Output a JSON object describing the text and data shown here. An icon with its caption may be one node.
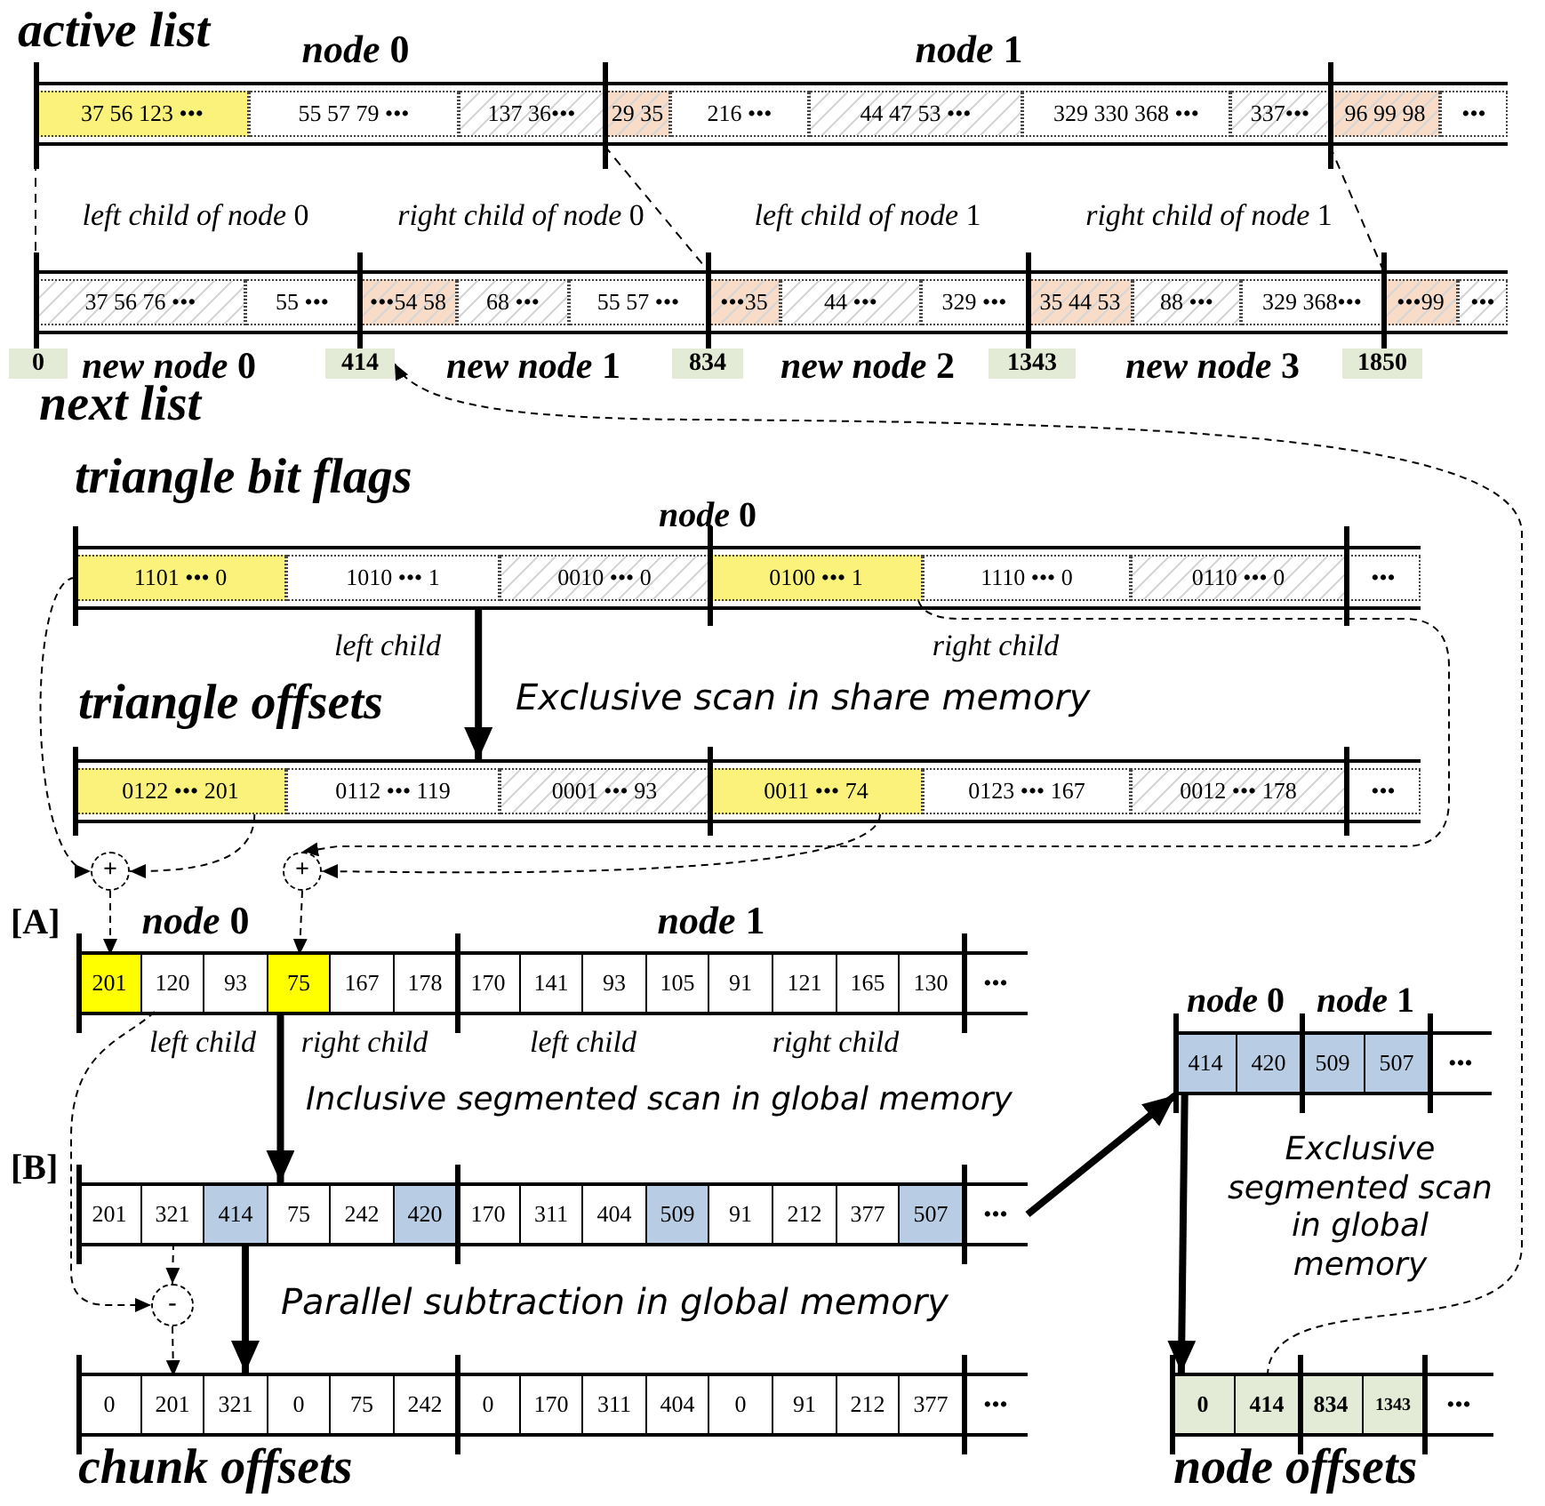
{
  "diagram": {
    "nodes": [
      {
        "text": [
          "active list"
        ]
      },
      {
        "text": [
          "37 56 123 •••"
        ],
        "in": 0
      },
      {
        "text": [
          "55 57 79 •••"
        ],
        "in": 0
      },
      {
        "text": [
          "137 36•••"
        ],
        "in": 0
      },
      {
        "text": [
          "29 35"
        ],
        "in": 0
      },
      {
        "text": [
          "216 •••"
        ],
        "in": 0
      },
      {
        "text": [
          "44 47 53 •••"
        ],
        "in": 0
      },
      {
        "text": [
          "329 330 368 •••"
        ],
        "in": 0
      },
      {
        "text": [
          "337•••"
        ],
        "in": 0
      },
      {
        "text": [
          "96 99 98"
        ],
        "in": 0
      },
      {
        "text": [
          "•••"
        ],
        "in": 0
      },
      {
        "text": [
          "next list"
        ]
      },
      {
        "text": [
          "37 56 76 •••"
        ],
        "in": 11
      },
      {
        "text": [
          "55 •••"
        ],
        "in": 11
      },
      {
        "text": [
          "•••54 58"
        ],
        "in": 11
      },
      {
        "text": [
          "68 •••"
        ],
        "in": 11
      },
      {
        "text": [
          "55 57 •••"
        ],
        "in": 11
      },
      {
        "text": [
          "•••35"
        ],
        "in": 11
      },
      {
        "text": [
          "44 •••"
        ],
        "in": 11
      },
      {
        "text": [
          "329 •••"
        ],
        "in": 11
      },
      {
        "text": [
          "35 44 53"
        ],
        "in": 11
      },
      {
        "text": [
          "88 •••"
        ],
        "in": 11
      },
      {
        "text": [
          "329 368•••"
        ],
        "in": 11
      },
      {
        "text": [
          "•••99"
        ],
        "in": 11
      },
      {
        "text": [
          "•••"
        ],
        "in": 11
      },
      {
        "text": [
          "0"
        ]
      },
      {
        "text": [
          "414"
        ]
      },
      {
        "text": [
          "834"
        ]
      },
      {
        "text": [
          "1343"
        ]
      },
      {
        "text": [
          "1850"
        ]
      },
      {
        "text": [
          "triangle bit flags"
        ]
      },
      {
        "text": [
          "1101 ••• 0"
        ],
        "in": 30
      },
      {
        "text": [
          "1010 ••• 1"
        ],
        "in": 30
      },
      {
        "text": [
          "0010 ••• 0"
        ],
        "in": 30
      },
      {
        "text": [
          "0100 ••• 1"
        ],
        "in": 30
      },
      {
        "text": [
          "1110 ••• 0"
        ],
        "in": 30
      },
      {
        "text": [
          "0110 ••• 0"
        ],
        "in": 30
      },
      {
        "text": [
          "•••"
        ],
        "in": 30
      },
      {
        "text": [
          "triangle offsets"
        ]
      },
      {
        "text": [
          "0122 ••• 201"
        ],
        "in": 38
      },
      {
        "text": [
          "0112 ••• 119"
        ],
        "in": 38
      },
      {
        "text": [
          "0001 ••• 93"
        ],
        "in": 38
      },
      {
        "text": [
          "0011 ••• 74"
        ],
        "in": 38
      },
      {
        "text": [
          "0123 ••• 167"
        ],
        "in": 38
      },
      {
        "text": [
          "0012 ••• 178"
        ],
        "in": 38
      },
      {
        "text": [
          "•••"
        ],
        "in": 38
      },
      {
        "text": [
          "+"
        ]
      },
      {
        "text": [
          "+"
        ]
      },
      {
        "text": [
          "[A]"
        ]
      },
      {
        "text": [
          "201"
        ],
        "in": 48
      },
      {
        "text": [
          "120"
        ],
        "in": 48
      },
      {
        "text": [
          "93"
        ],
        "in": 48
      },
      {
        "text": [
          "75"
        ],
        "in": 48
      },
      {
        "text": [
          "167"
        ],
        "in": 48
      },
      {
        "text": [
          "178"
        ],
        "in": 48
      },
      {
        "text": [
          "170"
        ],
        "in": 48
      },
      {
        "text": [
          "141"
        ],
        "in": 48
      },
      {
        "text": [
          "93"
        ],
        "in": 48
      },
      {
        "text": [
          "105"
        ],
        "in": 48
      },
      {
        "text": [
          "91"
        ],
        "in": 48
      },
      {
        "text": [
          "121"
        ],
        "in": 48
      },
      {
        "text": [
          "165"
        ],
        "in": 48
      },
      {
        "text": [
          "130"
        ],
        "in": 48
      },
      {
        "text": [
          "•••"
        ],
        "in": 48
      },
      {
        "text": [
          "-"
        ]
      },
      {
        "text": [
          "[B]"
        ]
      },
      {
        "text": [
          "201"
        ],
        "in": 65
      },
      {
        "text": [
          "321"
        ],
        "in": 65
      },
      {
        "text": [
          "414"
        ],
        "in": 65
      },
      {
        "text": [
          "75"
        ],
        "in": 65
      },
      {
        "text": [
          "242"
        ],
        "in": 65
      },
      {
        "text": [
          "420"
        ],
        "in": 65
      },
      {
        "text": [
          "170"
        ],
        "in": 65
      },
      {
        "text": [
          "311"
        ],
        "in": 65
      },
      {
        "text": [
          "404"
        ],
        "in": 65
      },
      {
        "text": [
          "509"
        ],
        "in": 65
      },
      {
        "text": [
          "91"
        ],
        "in": 65
      },
      {
        "text": [
          "212"
        ],
        "in": 65
      },
      {
        "text": [
          "377"
        ],
        "in": 65
      },
      {
        "text": [
          "507"
        ],
        "in": 65
      },
      {
        "text": [
          "•••"
        ],
        "in": 65
      },
      {
        "text": [
          "chunk offsets"
        ]
      },
      {
        "text": [
          "0"
        ],
        "in": 81
      },
      {
        "text": [
          "201"
        ],
        "in": 81
      },
      {
        "text": [
          "321"
        ],
        "in": 81
      },
      {
        "text": [
          "0"
        ],
        "in": 81
      },
      {
        "text": [
          "75"
        ],
        "in": 81
      },
      {
        "text": [
          "242"
        ],
        "in": 81
      },
      {
        "text": [
          "0"
        ],
        "in": 81
      },
      {
        "text": [
          "170"
        ],
        "in": 81
      },
      {
        "text": [
          "311"
        ],
        "in": 81
      },
      {
        "text": [
          "404"
        ],
        "in": 81
      },
      {
        "text": [
          "0"
        ],
        "in": 81
      },
      {
        "text": [
          "91"
        ],
        "in": 81
      },
      {
        "text": [
          "212"
        ],
        "in": 81
      },
      {
        "text": [
          "377"
        ],
        "in": 81
      },
      {
        "text": [
          "•••"
        ],
        "in": 81
      },
      {
        "text": [],
        "shape": "box"
      },
      {
        "text": [
          "414"
        ],
        "in": 97
      },
      {
        "text": [
          "420"
        ],
        "in": 97
      },
      {
        "text": [
          "509"
        ],
        "in": 97
      },
      {
        "text": [
          "507"
        ],
        "in": 97
      },
      {
        "text": [
          "•••"
        ],
        "in": 97
      },
      {
        "text": [
          "node offsets"
        ]
      },
      {
        "text": [
          "0"
        ],
        "in": 103
      },
      {
        "text": [
          "414"
        ],
        "in": 103
      },
      {
        "text": [
          "834"
        ],
        "in": 103
      },
      {
        "text": [
          "1343"
        ],
        "in": 103
      },
      {
        "text": [
          "•••"
        ],
        "in": 103
      }
    ],
    "edges": [
      {
        "from": 31,
        "to": 46,
        "arrow": "to",
        "style": "dashed"
      },
      {
        "from": 39,
        "to": 46,
        "arrow": "to",
        "style": "dashed"
      },
      {
        "from": 34,
        "to": 47,
        "arrow": "to",
        "style": "dashed"
      },
      {
        "from": 42,
        "to": 47,
        "arrow": "to",
        "style": "dashed"
      },
      {
        "from": 46,
        "to": 49,
        "arrow": "to",
        "style": "dashed"
      },
      {
        "from": 47,
        "to": 52,
        "arrow": "to",
        "style": "dashed"
      },
      {
        "from": 50,
        "to": 64,
        "arrow": "to",
        "style": "dashed"
      },
      {
        "from": 67,
        "to": 64,
        "arrow": "to",
        "style": "dashed"
      },
      {
        "from": 64,
        "to": 83,
        "arrow": "to",
        "style": "dashed"
      },
      {
        "from": 105,
        "to": 26,
        "arrow": "to",
        "style": "dashed"
      },
      {
        "from": 30,
        "to": 38,
        "arrow": "to",
        "style": "thick",
        "label": "Exclusive scan in share memory"
      },
      {
        "from": 48,
        "to": 65,
        "arrow": "to",
        "style": "thick",
        "label": "Inclusive segmented scan in global memory"
      },
      {
        "from": 65,
        "to": 81,
        "arrow": "to",
        "style": "thick",
        "label": "Parallel subtraction in global memory"
      },
      {
        "from": 65,
        "to": 97,
        "arrow": "to",
        "style": "thick"
      },
      {
        "from": 97,
        "to": 103,
        "arrow": "to",
        "style": "thick",
        "label": "Exclusive segmented scan in global memory"
      }
    ],
    "labels": [
      "*node* 0",
      "*node* 1",
      "*left child of node* 0",
      "*right child of node* 0",
      "*left child of node* 1",
      "*right child of node* 1",
      "*new node* 0",
      "*new node* 1",
      "*new node* 2",
      "*new node* 3",
      "*node* 0",
      "left child",
      "right child",
      "*node* 0",
      "*node* 1",
      "*node* 0",
      "*node* 1",
      "left child",
      "right child",
      "left child",
      "right child"
    ]
  }
}
